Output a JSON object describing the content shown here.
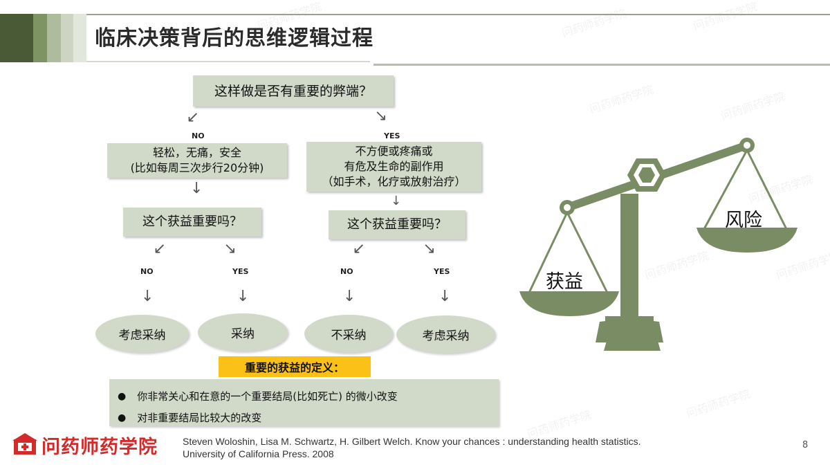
{
  "header": {
    "title": "临床决策背后的思维逻辑过程",
    "stripe_colors": [
      "#4a5a36",
      "#7e9463",
      "#aebb9c",
      "#cdd5c2",
      "#e2e7db"
    ]
  },
  "flowchart": {
    "root_question": "这样做是否有重要的弊端？",
    "left": {
      "branch_label": "NO",
      "condition": [
        "轻松，无痛，安全",
        "(比如每周三次步行20分钟)"
      ],
      "question": "这个获益重要吗？",
      "outcomes": [
        {
          "branch_label": "NO",
          "result": "考虑采纳"
        },
        {
          "branch_label": "YES",
          "result": "采纳"
        }
      ]
    },
    "right": {
      "branch_label": "YES",
      "condition": [
        "不方便或疼痛或",
        "有危及生命的副作用",
        "（如手术，化疗或放射治疗）"
      ],
      "question": "这个获益重要吗？",
      "outcomes": [
        {
          "branch_label": "NO",
          "result": "不采纳"
        },
        {
          "branch_label": "YES",
          "result": "考虑采纳"
        }
      ]
    }
  },
  "definition": {
    "title": "重要的获益的定义：",
    "items": [
      "你非常关心和在意的一个重要结局(比如死亡) 的微小改变",
      "对非重要结局比较大的改变"
    ]
  },
  "scale": {
    "left_label": "获益",
    "right_label": "风险",
    "color": "#7a8c63"
  },
  "footer": {
    "logo_text": "问药师药学院",
    "citation_line1": "Steven Woloshin, Lisa M. Schwartz, H. Gilbert Welch. Know your chances : understanding health statistics.",
    "citation_line2": "University of California Press. 2008",
    "page_number": "8"
  },
  "watermark_text": "问药师药学院"
}
